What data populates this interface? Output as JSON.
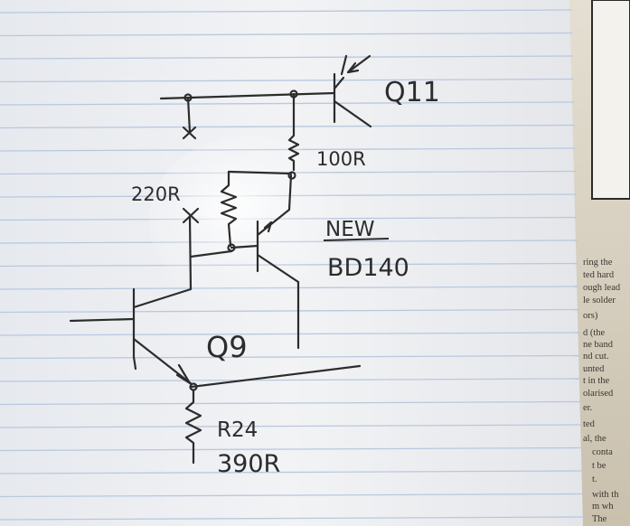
{
  "labels": {
    "q11": "Q11",
    "r100": "100R",
    "r220": "220R",
    "new": "NEW",
    "bd140": "BD140",
    "q9": "Q9",
    "r24": "R24",
    "r390": "390R"
  },
  "book_fragments": [
    "ring the",
    "ted hard",
    "ough lead",
    "le solder",
    "ors)",
    "d (the",
    "ne band",
    "nd cut.",
    "unted",
    "t in the",
    "olarised",
    "er.",
    "ted",
    "al, the",
    "conta",
    "t be",
    "t.",
    "with th",
    "m wh",
    "The"
  ],
  "colors": {
    "paper": "#eef0f3",
    "rule_line": "#b9c8dd",
    "ink": "#2c2c2c",
    "book_paper": "#d8d1c0",
    "background": "#3a3630"
  }
}
